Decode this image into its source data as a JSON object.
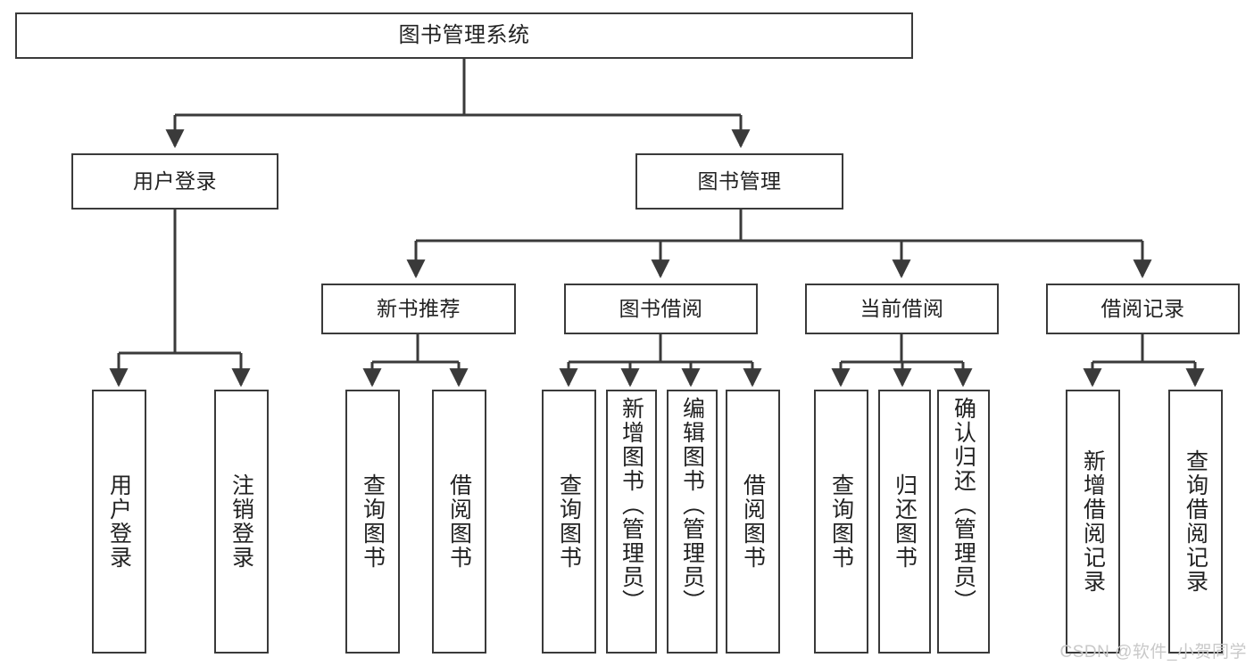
{
  "diagram": {
    "title": "图书管理系统",
    "type": "hierarchy-tree",
    "watermark": "CSDN @软件_小贺同学",
    "colors": {
      "stroke": "#3a3a3a",
      "fill": "#ffffff",
      "text": "#222222",
      "watermark": "#c9c9c9"
    },
    "levels": {
      "root": {
        "label": "图书管理系统"
      },
      "level2": [
        {
          "label": "用户登录"
        },
        {
          "label": "图书管理"
        }
      ],
      "level3": [
        {
          "label": "新书推荐"
        },
        {
          "label": "图书借阅"
        },
        {
          "label": "当前借阅"
        },
        {
          "label": "借阅记录"
        }
      ],
      "leaves": {
        "user_login": [
          {
            "label": "用户登录"
          },
          {
            "label": "注销登录"
          }
        ],
        "new_book_recommend": [
          {
            "label": "查询图书"
          },
          {
            "label": "借阅图书"
          }
        ],
        "book_borrow": [
          {
            "label": "查询图书"
          },
          {
            "label": "新增图书（管理员）"
          },
          {
            "label": "编辑图书（管理员）"
          },
          {
            "label": "借阅图书"
          }
        ],
        "current_borrow": [
          {
            "label": "查询图书"
          },
          {
            "label": "归还图书"
          },
          {
            "label": "确认归还（管理员）"
          }
        ],
        "borrow_record": [
          {
            "label": "新增借阅记录"
          },
          {
            "label": "查询借阅记录"
          }
        ]
      }
    }
  }
}
